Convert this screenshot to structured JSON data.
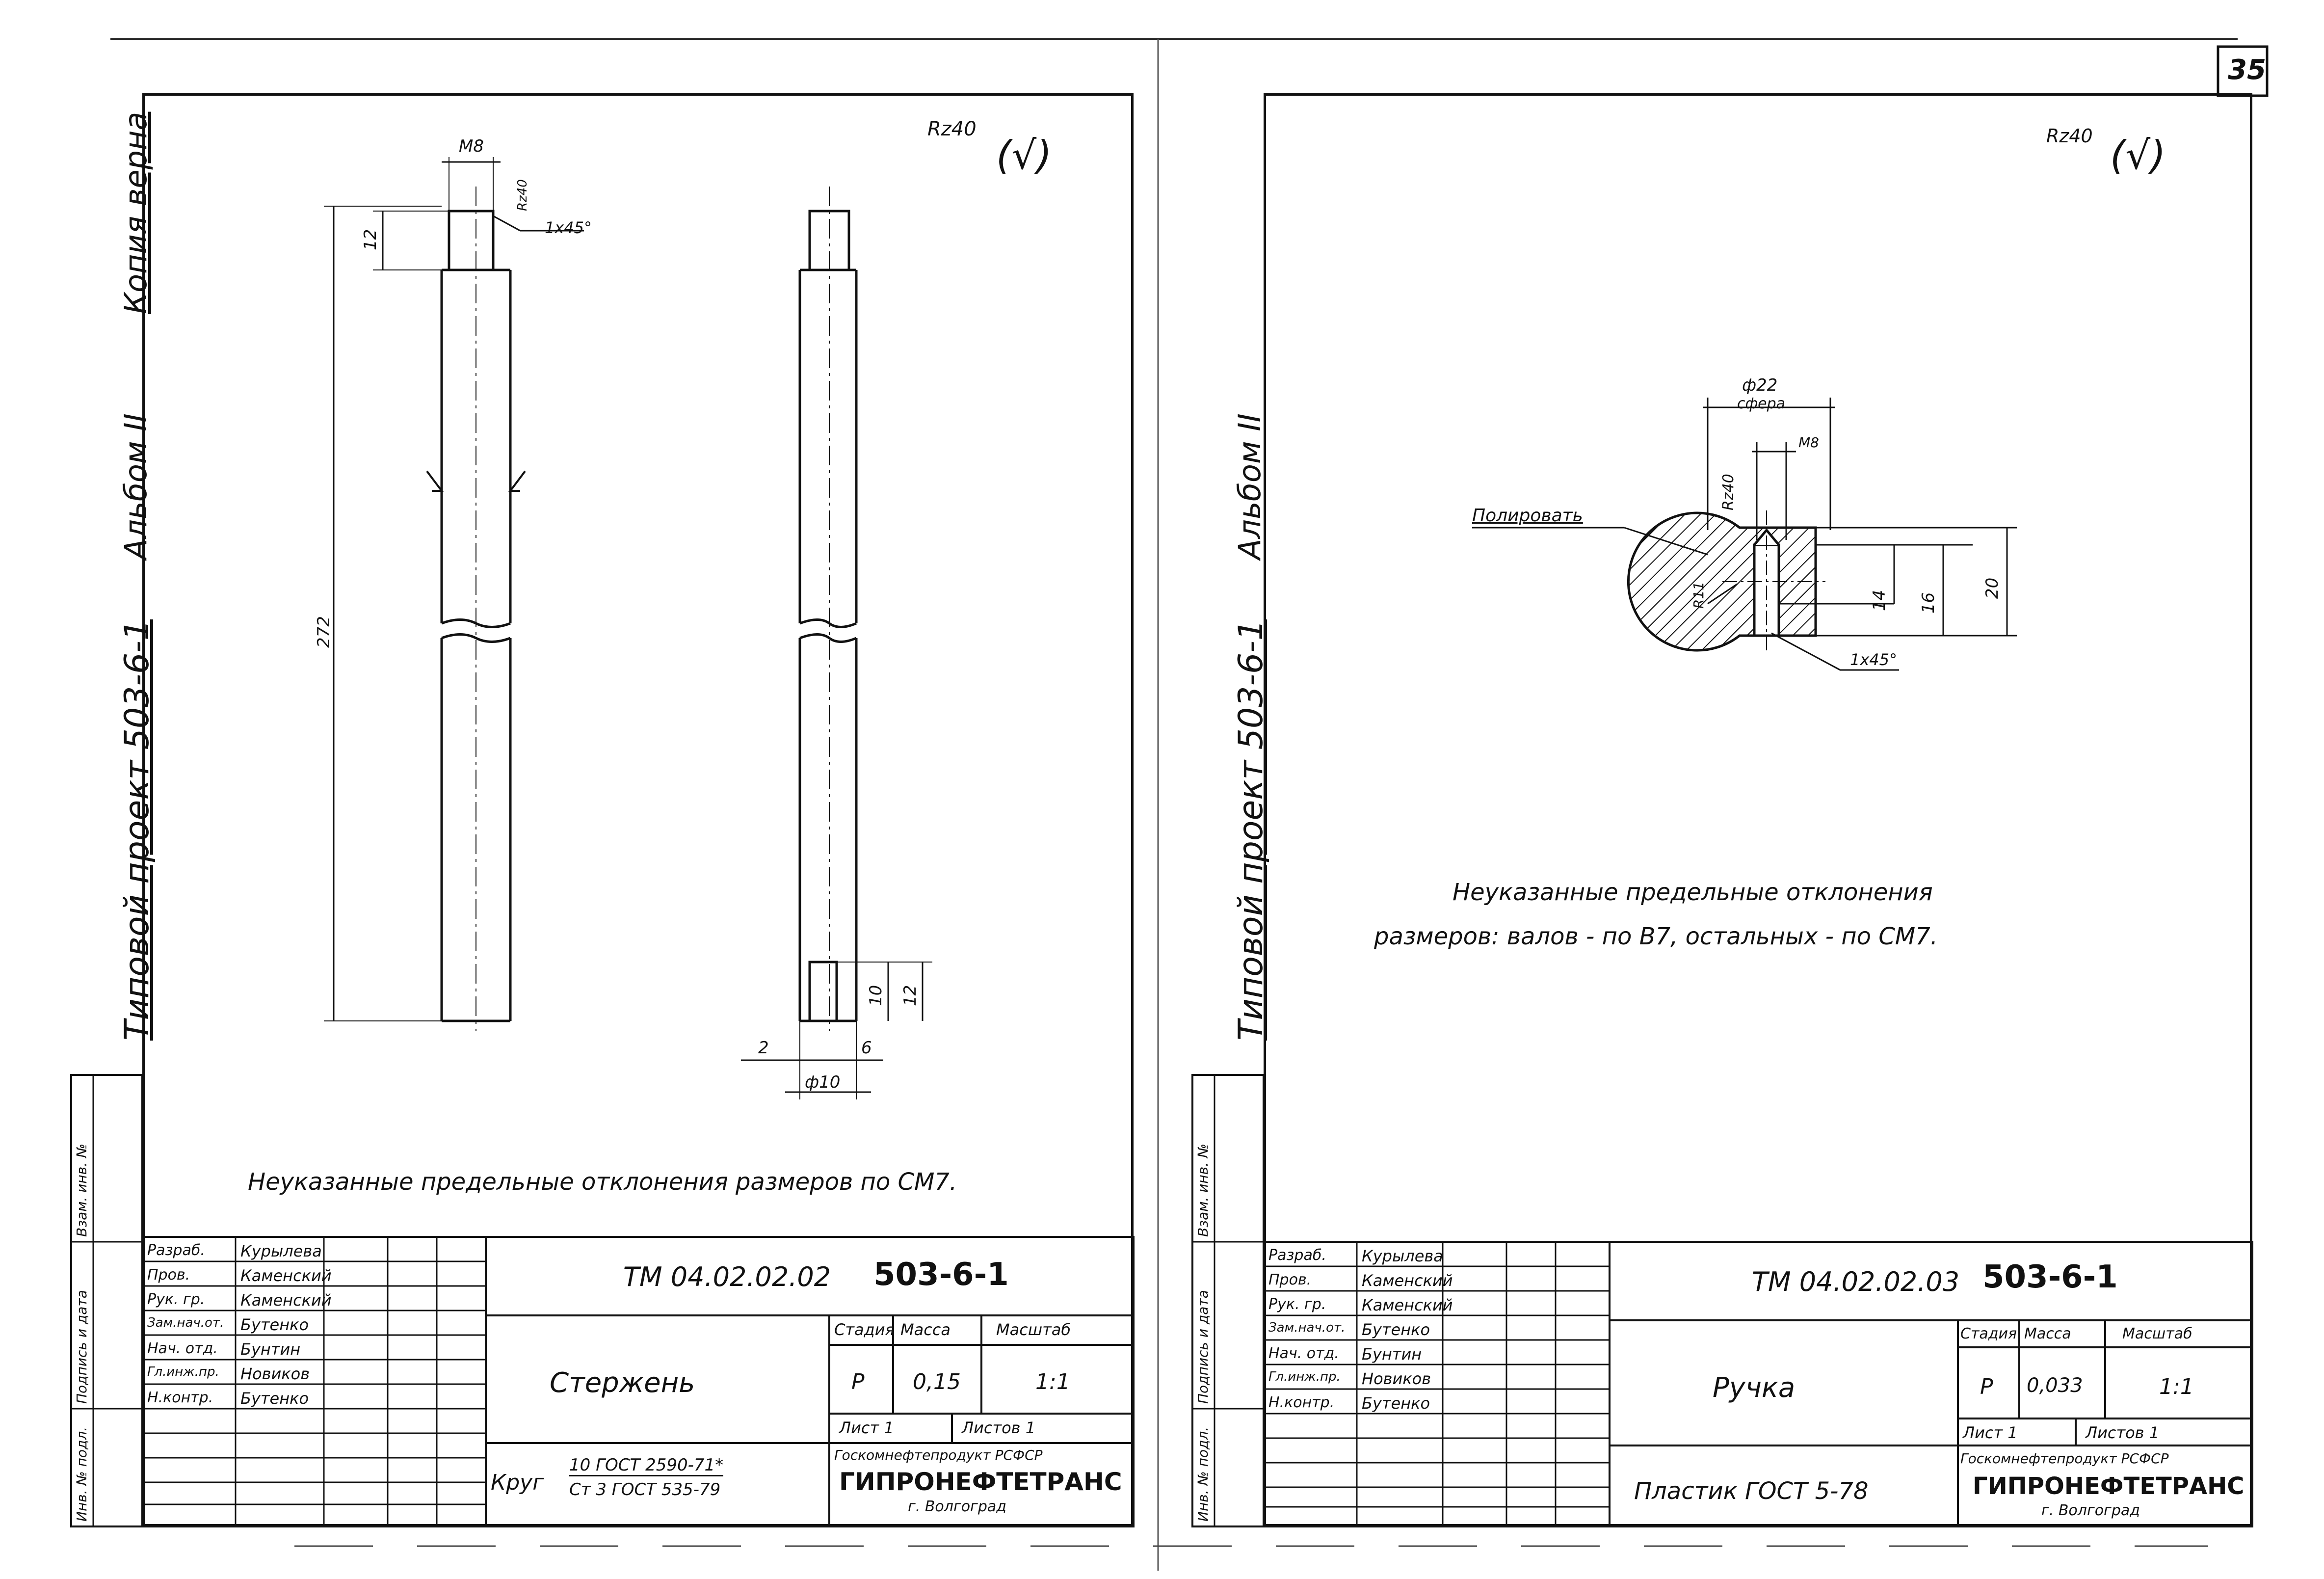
{
  "sheet_number": "35",
  "left": {
    "side_labels": {
      "copy_note": "Копия верна",
      "album": "Альбом II",
      "project": "Типовой проект 503-6-1"
    },
    "side_columns": [
      "Инв. № подл.",
      "Подпись и дата",
      "Взам. инв. №"
    ],
    "roughness": "Rz40",
    "roughness_check": "(√)",
    "dims": {
      "thread": "M8",
      "chamfer": "1x45°",
      "thread_length": "12",
      "total_length": "272",
      "rz_local": "Rz40",
      "d1": "10",
      "d2": "12",
      "s1": "2",
      "s2": "6",
      "diam": "ф10"
    },
    "note": "Неуказанные предельные отклонения размеров по СМ7.",
    "title_block": {
      "roles": [
        "Разраб.",
        "Пров.",
        "Рук. гр.",
        "Зам.нач.от.",
        "Нач. отд.",
        "Гл.инж.пр.",
        "Н.контр."
      ],
      "names": [
        "Курылева",
        "Каменский",
        "Каменский",
        "Бутенко",
        "Бунтин",
        "Новиков",
        "Бутенко"
      ],
      "doc_code": "ТМ 04.02.02.02",
      "project_code": "503-6-1",
      "part_name": "Стержень",
      "stage_label": "Стадия",
      "mass_label": "Масса",
      "scale_label": "Масштаб",
      "stage": "Р",
      "mass": "0,15",
      "scale": "1:1",
      "sheet_label": "Лист 1",
      "sheets_label": "Листов 1",
      "material_prefix": "Круг",
      "material_top": "10 ГОСТ 2590-71*",
      "material_bottom": "Ст 3 ГОСТ 535-79",
      "org_top": "Госкомнефтепродукт РСФСР",
      "org_main": "ГИПРОНЕФТЕТРАНС",
      "org_city": "г. Волгоград"
    }
  },
  "right": {
    "side_labels": {
      "album": "Альбом II",
      "project": "Типовой проект 503-6-1"
    },
    "side_columns": [
      "Инв. № подл.",
      "Подпись и дата",
      "Взам. инв. №"
    ],
    "roughness": "Rz40",
    "roughness_check": "(√)",
    "dims": {
      "sphere_d": "ф22",
      "sphere_label": "сфера",
      "thread": "M8",
      "rz_local": "Rz40",
      "polish": "Полировать",
      "r": "R11",
      "h14": "14",
      "h16": "16",
      "h20": "20",
      "chamfer": "1x45°"
    },
    "note_line1": "Неуказанные предельные отклонения",
    "note_line2": "размеров: валов - по В7, остальных - по СМ7.",
    "title_block": {
      "roles": [
        "Разраб.",
        "Пров.",
        "Рук. гр.",
        "Зам.нач.от.",
        "Нач. отд.",
        "Гл.инж.пр.",
        "Н.контр."
      ],
      "names": [
        "Курылева",
        "Каменский",
        "Каменский",
        "Бутенко",
        "Бунтин",
        "Новиков",
        "Бутенко"
      ],
      "doc_code": "ТМ 04.02.02.03",
      "project_code": "503-6-1",
      "part_name": "Ручка",
      "stage_label": "Стадия",
      "mass_label": "Масса",
      "scale_label": "Масштаб",
      "stage": "Р",
      "mass": "0,033",
      "scale": "1:1",
      "sheet_label": "Лист 1",
      "sheets_label": "Листов 1",
      "material": "Пластик ГОСТ 5-78",
      "org_top": "Госкомнефтепродукт РСФСР",
      "org_main": "ГИПРОНЕФТЕТРАНС",
      "org_city": "г. Волгоград"
    }
  }
}
